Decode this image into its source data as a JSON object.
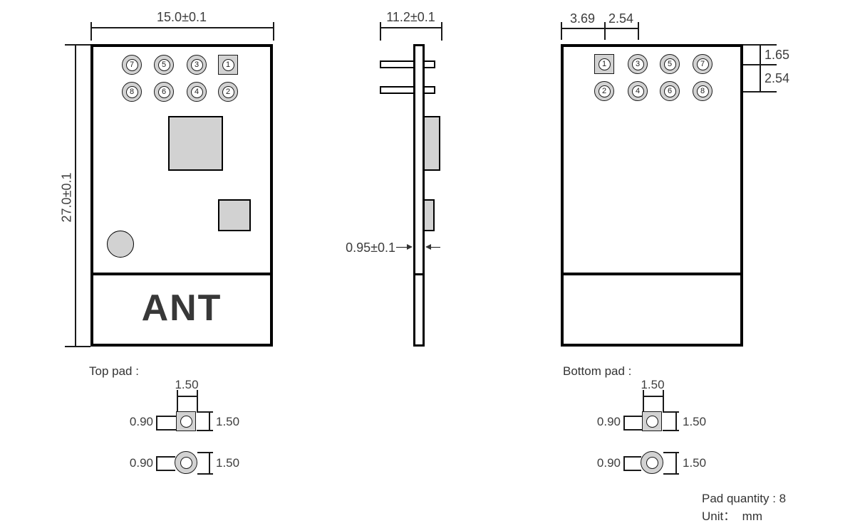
{
  "colors": {
    "line": "#000000",
    "text": "#3d3d3d",
    "pad_fill": "#d2d2d2",
    "component_fill": "#d2d2d2"
  },
  "top_view": {
    "width_dim": "15.0±0.1",
    "height_dim": "27.0±0.1",
    "ant_label": "ANT",
    "pads": [
      [
        "7",
        "5",
        "3",
        "1"
      ],
      [
        "8",
        "6",
        "4",
        "2"
      ]
    ]
  },
  "side_view": {
    "width_dim": "11.2±0.1",
    "thickness_dim": "0.95±0.1"
  },
  "bottom_view": {
    "dim_edge_to_pad1": "3.69",
    "dim_col_pitch": "2.54",
    "dim_top_to_row1": "1.65",
    "dim_row_pitch": "2.54",
    "pads": [
      [
        "1",
        "3",
        "5",
        "7"
      ],
      [
        "2",
        "4",
        "6",
        "8"
      ]
    ]
  },
  "top_pad_detail": {
    "label": "Top pad :",
    "square_width": "1.50",
    "square_hole": "0.90",
    "square_height": "1.50",
    "round_hole": "0.90",
    "round_diameter": "1.50"
  },
  "bottom_pad_detail": {
    "label": "Bottom pad :",
    "square_width": "1.50",
    "square_hole": "0.90",
    "square_height": "1.50",
    "round_hole": "0.90",
    "round_diameter": "1.50"
  },
  "notes": {
    "pad_quantity": "Pad quantity : 8",
    "unit": "Unit：  mm"
  }
}
